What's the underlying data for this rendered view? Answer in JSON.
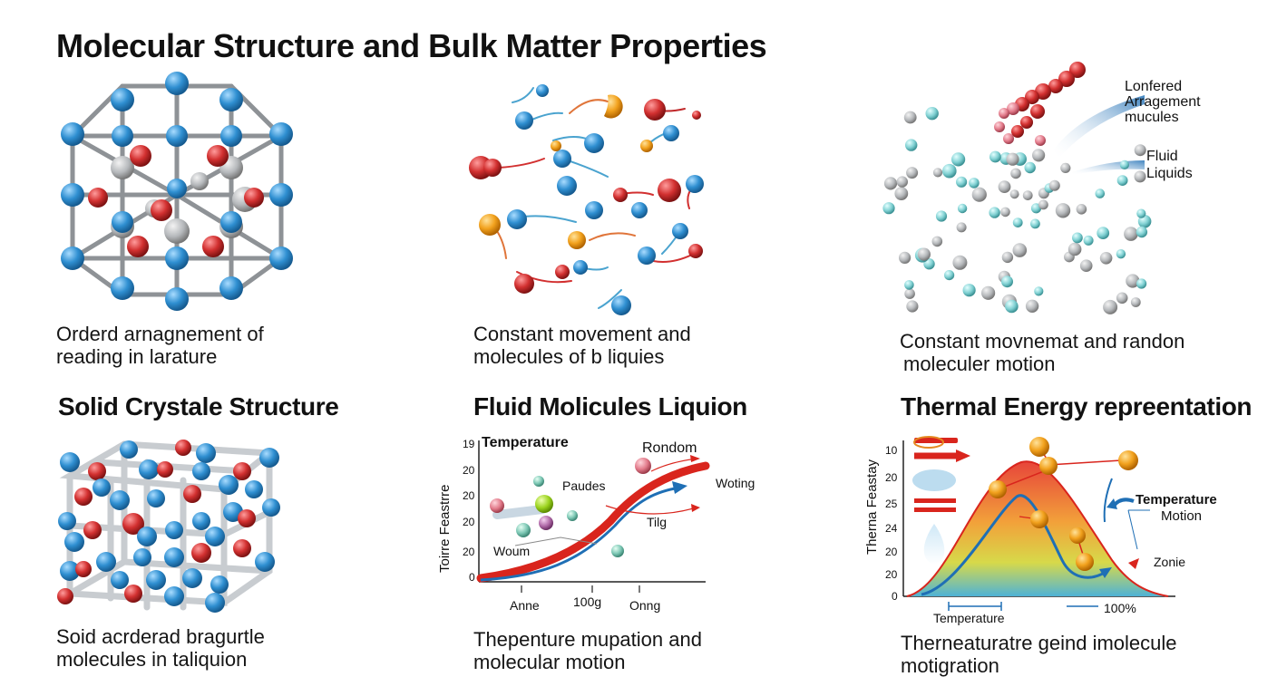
{
  "title": "Molecular Structure and Bulk Matter Properties",
  "top_row": {
    "panel1_caption": [
      "Orderd arnagnement of",
      "reading in larature"
    ],
    "panel2_caption": [
      "Constant movement and",
      "molecules of b liquies"
    ],
    "panel3_caption": [
      "Constant movnemat and randon",
      "moleculer motion"
    ],
    "panel3_labels": [
      "Lonfered",
      "Arragement",
      "mucules",
      "Fluid",
      "Liquids"
    ]
  },
  "bottom_row": {
    "panel1_heading": "Solid Crystale Structure",
    "panel1_caption": [
      "Soid acrderad bragurtle",
      "molecules in taliquion"
    ],
    "panel2_heading": "Fluid Molicules Liquion",
    "panel2_caption": [
      "Thepenture mupation and",
      "molecular motion"
    ],
    "panel2_labels": {
      "temperature": "Temperature",
      "y_axis": "Toirre Feastrre",
      "paudes": "Paudes",
      "rondom": "Rondom",
      "woting": "Woting",
      "woum": "Woum",
      "tilg": "Tilg",
      "x_ticks": [
        "Anne",
        "100g",
        "Onng"
      ],
      "y_ticks": [
        "19",
        "20",
        "20",
        "20",
        "20",
        "0"
      ]
    },
    "panel3_heading": "Thermal Energy repreentation",
    "panel3_caption": [
      "Therneaturatre geind imolecule",
      "motigration"
    ],
    "panel3_labels": {
      "y_axis": "Therna Feastay",
      "temperature_motion": [
        "Temperature",
        "Motion"
      ],
      "zonie": "Zonie",
      "x_temperature": "Temperature",
      "x_pct": "100%",
      "y_ticks": [
        "10",
        "20",
        "25",
        "24",
        "20",
        "20",
        "0"
      ]
    }
  },
  "colors": {
    "blue_atom": "#2f8fd1",
    "red_atom": "#d23030",
    "grey_atom": "#b5b8bb",
    "cyan_atom": "#7fd0d2",
    "orange_atom": "#f2a21e",
    "curve_red": "#d9251d",
    "curve_blue": "#1f6fb5"
  }
}
